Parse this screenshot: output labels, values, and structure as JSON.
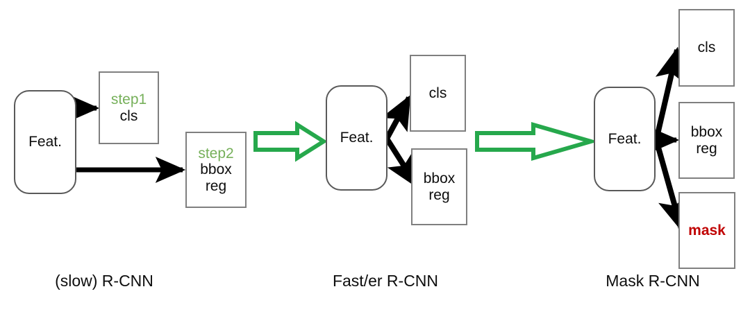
{
  "figure": {
    "title": "R-CNN family evolution diagram",
    "background_color": "#ffffff",
    "colors": {
      "box_border": "#7f7f7f",
      "rounded_border": "#595959",
      "arrow_black": "#000000",
      "arrow_green": "#26a84c",
      "step_label_green": "#76b05a",
      "mask_red": "#c00000",
      "text": "#0d0d0d"
    }
  },
  "panels": [
    {
      "id": "slow-rcnn",
      "caption": "(slow) R-CNN",
      "nodes": [
        {
          "id": "feat",
          "shape": "rounded",
          "lines": [
            {
              "text": "Feat.",
              "style": "plain"
            }
          ]
        },
        {
          "id": "cls",
          "shape": "rect",
          "lines": [
            {
              "text": "step1",
              "style": "green"
            },
            {
              "text": "cls",
              "style": "plain"
            }
          ]
        },
        {
          "id": "bbox",
          "shape": "rect",
          "lines": [
            {
              "text": "step2",
              "style": "green"
            },
            {
              "text": "bbox",
              "style": "plain"
            },
            {
              "text": "reg",
              "style": "plain"
            }
          ]
        }
      ]
    },
    {
      "id": "faster-rcnn",
      "caption": "Fast/er R-CNN",
      "nodes": [
        {
          "id": "feat",
          "shape": "rounded",
          "lines": [
            {
              "text": "Feat.",
              "style": "plain"
            }
          ]
        },
        {
          "id": "cls",
          "shape": "rect",
          "lines": [
            {
              "text": "cls",
              "style": "plain"
            }
          ]
        },
        {
          "id": "bbox",
          "shape": "rect",
          "lines": [
            {
              "text": "bbox",
              "style": "plain"
            },
            {
              "text": "reg",
              "style": "plain"
            }
          ]
        }
      ]
    },
    {
      "id": "mask-rcnn",
      "caption": "Mask R-CNN",
      "nodes": [
        {
          "id": "feat",
          "shape": "rounded",
          "lines": [
            {
              "text": "Feat.",
              "style": "plain"
            }
          ]
        },
        {
          "id": "cls",
          "shape": "rect",
          "lines": [
            {
              "text": "cls",
              "style": "plain"
            }
          ]
        },
        {
          "id": "bbox",
          "shape": "rect",
          "lines": [
            {
              "text": "bbox",
              "style": "plain"
            },
            {
              "text": "reg",
              "style": "plain"
            }
          ]
        },
        {
          "id": "mask",
          "shape": "rect",
          "lines": [
            {
              "text": "mask",
              "style": "red"
            }
          ]
        }
      ]
    }
  ],
  "transitions": [
    {
      "id": "slow-to-fast",
      "kind": "green-block-arrow"
    },
    {
      "id": "fast-to-mask",
      "kind": "green-block-arrow"
    }
  ]
}
